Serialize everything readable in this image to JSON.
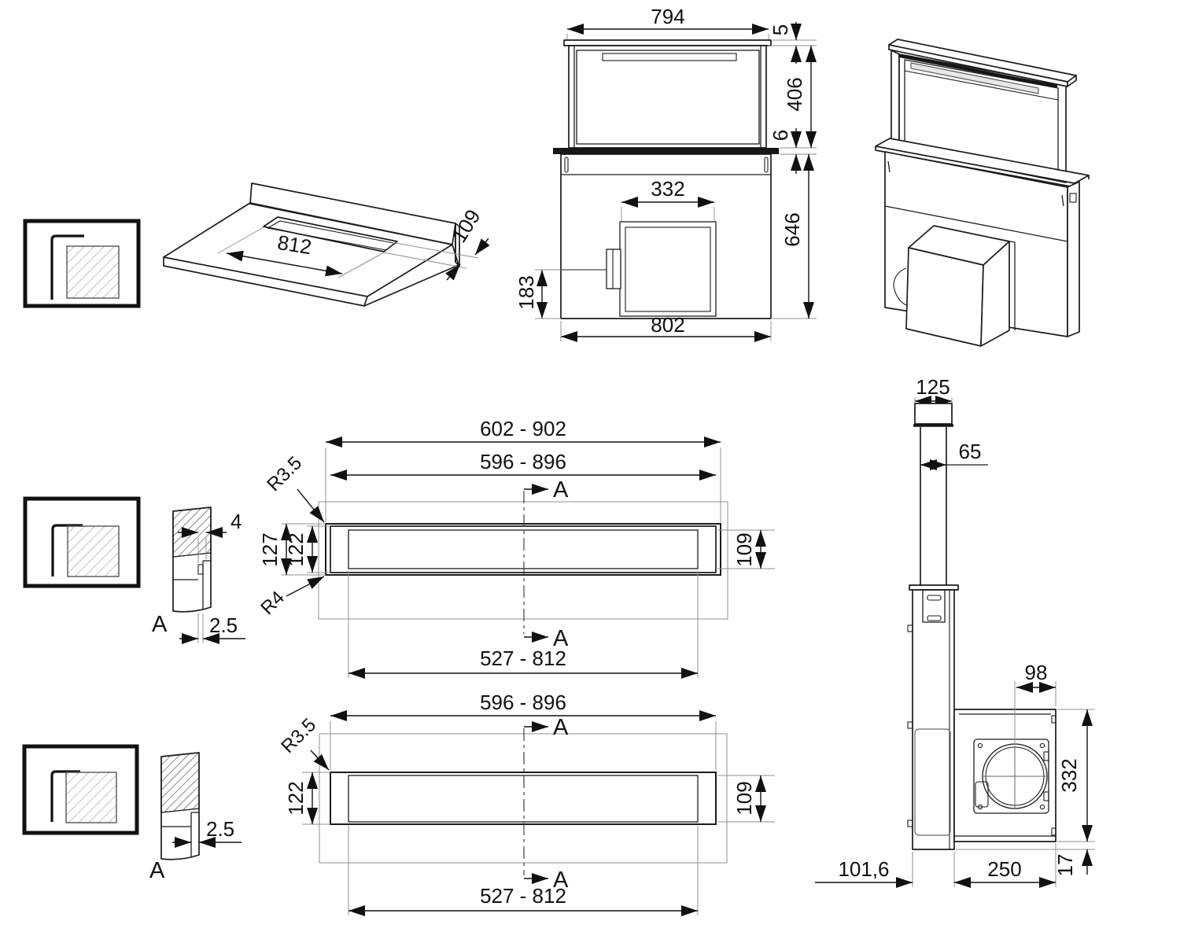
{
  "labels": {
    "front_width": "794",
    "front_cap": "5",
    "front_panel_height": "406",
    "front_flange": "6",
    "front_motor_width": "332",
    "front_body_height": "646",
    "front_connector": "183",
    "front_body_width": "802",
    "counter_cutout": "812",
    "counter_depth": "109",
    "plan1_frame_width": "602 - 902",
    "plan1_hood_width": "596 - 896",
    "plan1_r_top": "R3.5",
    "plan1_r_bottom": "R4",
    "plan1_frame_depth": "127",
    "plan1_hood_depth": "122",
    "plan1_cutout_depth": "109",
    "plan1_cutout_width": "527 - 812",
    "plan1_section": "A",
    "detail1_lip": "4",
    "detail1_gap": "2.5",
    "detail1_section": "A",
    "plan2_hood_width": "596 - 896",
    "plan2_r_top": "R3.5",
    "plan2_hood_depth": "122",
    "plan2_cutout_depth": "109",
    "plan2_cutout_width": "527 - 812",
    "plan2_section": "A",
    "detail2_gap": "2.5",
    "detail2_section": "A",
    "side_cap_width": "125",
    "side_column_width": "65",
    "side_duct_offset": "98",
    "side_box_height": "332",
    "side_rear_offset": "101,6",
    "side_box_width": "250",
    "side_bottom_gap": "17"
  },
  "colors": {
    "line": "#1c1c1c",
    "construction": "#909090",
    "background": "#ffffff"
  }
}
